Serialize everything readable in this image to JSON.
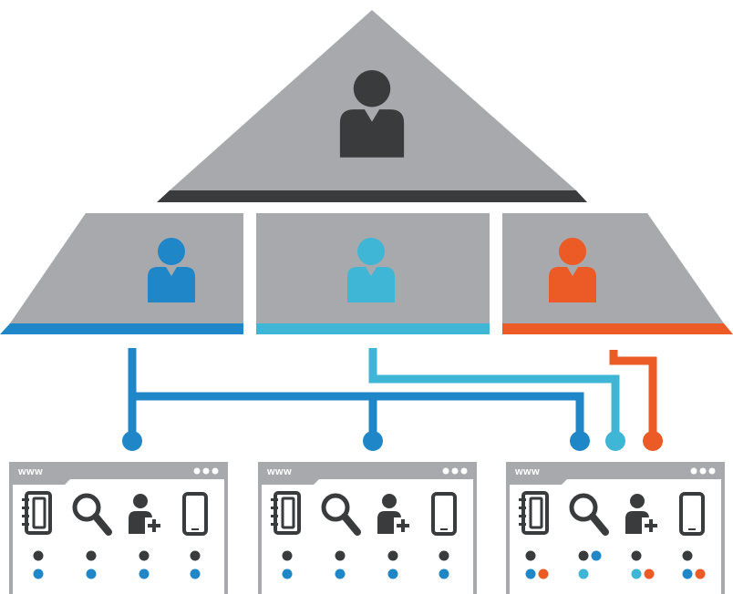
{
  "colors": {
    "gray": "#a7a9ac",
    "dark": "#3a3b3d",
    "blue": "#1f86c8",
    "cyan": "#3fb6d5",
    "orange": "#ec5a25",
    "white": "#ffffff"
  },
  "hierarchy": {
    "top": {
      "icon": "person-icon",
      "color": "dark"
    },
    "middle": [
      {
        "id": "blue",
        "icon": "person-icon",
        "color": "blue"
      },
      {
        "id": "cyan",
        "icon": "person-icon",
        "color": "cyan"
      },
      {
        "id": "orange",
        "icon": "person-icon",
        "color": "orange"
      }
    ]
  },
  "browsers": [
    {
      "id": "left",
      "url_label": "www",
      "icons": [
        "address-book-icon",
        "search-icon",
        "add-user-icon",
        "mobile-phone-icon"
      ],
      "dots": [
        [
          "dark",
          "blue"
        ],
        [
          "dark",
          "blue"
        ],
        [
          "dark",
          "blue"
        ],
        [
          "dark",
          "blue"
        ]
      ]
    },
    {
      "id": "middle",
      "url_label": "www",
      "icons": [
        "address-book-icon",
        "search-icon",
        "add-user-icon",
        "mobile-phone-icon"
      ],
      "dots": [
        [
          "dark",
          "blue"
        ],
        [
          "dark",
          "blue"
        ],
        [
          "dark",
          "blue"
        ],
        [
          "dark",
          "blue"
        ]
      ]
    },
    {
      "id": "right",
      "url_label": "www",
      "icons": [
        "address-book-icon",
        "search-icon",
        "add-user-icon",
        "mobile-phone-icon"
      ],
      "dots": [
        [
          "dark",
          "blue",
          "orange"
        ],
        [
          "dark",
          "cyan",
          "blue"
        ],
        [
          "dark",
          "cyan",
          "orange"
        ],
        [
          "dark",
          "blue",
          "orange"
        ]
      ]
    }
  ]
}
